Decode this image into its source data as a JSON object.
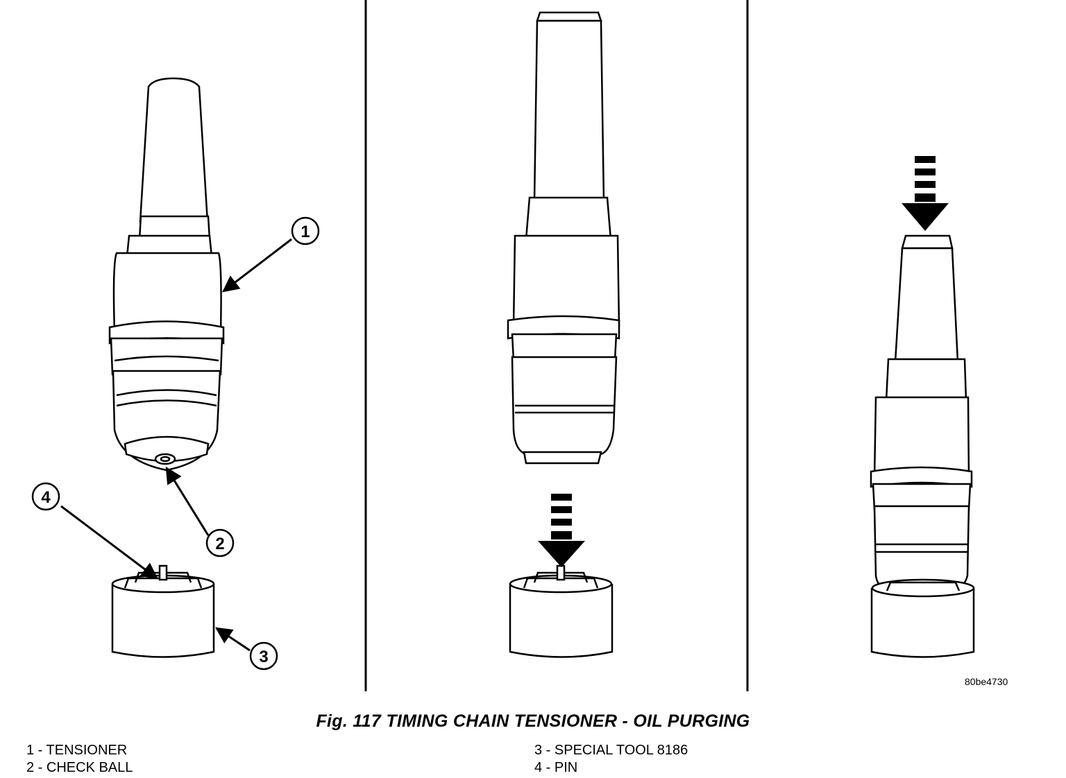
{
  "figure": {
    "caption": "Fig. 117 TIMING CHAIN TENSIONER - OIL PURGING",
    "figure_id": "80be4730",
    "callouts": [
      "1",
      "2",
      "3",
      "4"
    ]
  },
  "legend": {
    "left": [
      "1 - TENSIONER",
      "2 - CHECK BALL"
    ],
    "right": [
      "3 - SPECIAL TOOL 8186",
      "4 - PIN"
    ]
  }
}
